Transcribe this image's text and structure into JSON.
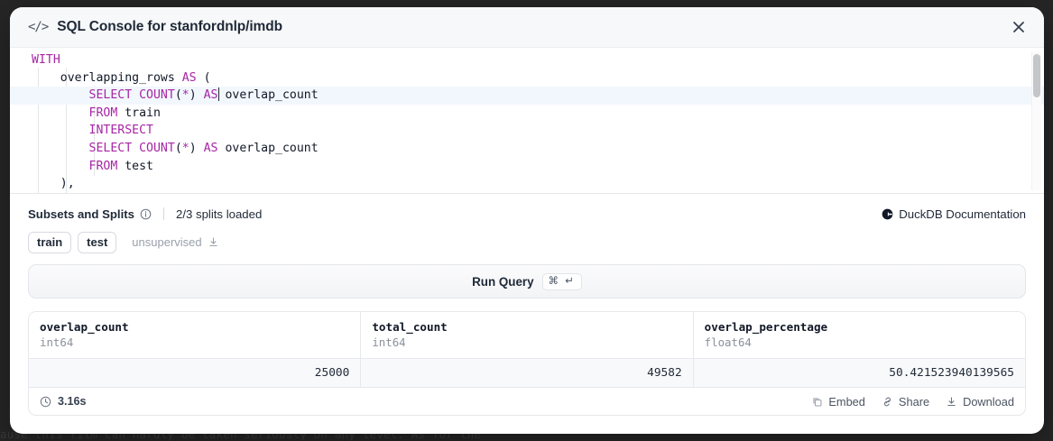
{
  "background": {
    "overlay_color": "#2b2b2b",
    "text_line": "ause this film can hardly be taken seriously on any level. As for the"
  },
  "modal": {
    "header": {
      "icon": "code-icon",
      "title": "SQL Console for stanfordnlp/imdb",
      "close_icon": "close-icon"
    },
    "editor": {
      "language": "sql",
      "lines": [
        [
          {
            "t": "WITH",
            "c": "kw"
          }
        ],
        [
          {
            "t": "    overlapping_rows ",
            "c": "ident"
          },
          {
            "t": "AS",
            "c": "kw"
          },
          {
            "t": " (",
            "c": "punct"
          }
        ],
        [
          {
            "t": "        ",
            "c": "ident"
          },
          {
            "t": "SELECT COUNT",
            "c": "kw"
          },
          {
            "t": "(",
            "c": "punct"
          },
          {
            "t": "*",
            "c": "kw"
          },
          {
            "t": ") ",
            "c": "punct"
          },
          {
            "t": "AS",
            "c": "kw"
          },
          {
            "t": "CARET",
            "c": "caret"
          },
          {
            "t": " overlap_count",
            "c": "ident"
          }
        ],
        [
          {
            "t": "        ",
            "c": "ident"
          },
          {
            "t": "FROM",
            "c": "kw"
          },
          {
            "t": " train",
            "c": "ident"
          }
        ],
        [
          {
            "t": "        ",
            "c": "ident"
          },
          {
            "t": "INTERSECT",
            "c": "kw"
          }
        ],
        [
          {
            "t": "        ",
            "c": "ident"
          },
          {
            "t": "SELECT COUNT",
            "c": "kw"
          },
          {
            "t": "(",
            "c": "punct"
          },
          {
            "t": "*",
            "c": "kw"
          },
          {
            "t": ") ",
            "c": "punct"
          },
          {
            "t": "AS",
            "c": "kw"
          },
          {
            "t": " overlap_count",
            "c": "ident"
          }
        ],
        [
          {
            "t": "        ",
            "c": "ident"
          },
          {
            "t": "FROM",
            "c": "kw"
          },
          {
            "t": " test",
            "c": "ident"
          }
        ],
        [
          {
            "t": "    ),",
            "c": "punct"
          }
        ]
      ],
      "active_line_index": 2,
      "keyword_color": "#a626a4"
    },
    "splits": {
      "title": "Subsets and Splits",
      "info_icon": "info-icon",
      "status": "2/3 splits loaded",
      "docs_link": {
        "label": "DuckDB Documentation",
        "icon": "duckdb-icon"
      },
      "pills": [
        {
          "label": "train",
          "state": "loaded"
        },
        {
          "label": "test",
          "state": "loaded"
        },
        {
          "label": "unsupervised",
          "state": "not-loaded",
          "icon": "download-icon"
        }
      ]
    },
    "run_query": {
      "label": "Run Query",
      "shortcut": "⌘ ↵"
    },
    "results": {
      "columns": [
        {
          "name": "overlap_count",
          "type": "int64"
        },
        {
          "name": "total_count",
          "type": "int64"
        },
        {
          "name": "overlap_percentage",
          "type": "float64"
        }
      ],
      "rows": [
        [
          "25000",
          "49582",
          "50.421523940139565"
        ]
      ]
    },
    "footer": {
      "clock_icon": "clock-icon",
      "duration": "3.16s",
      "actions": [
        {
          "label": "Embed",
          "icon": "embed-icon"
        },
        {
          "label": "Share",
          "icon": "link-icon"
        },
        {
          "label": "Download",
          "icon": "download-icon"
        }
      ]
    }
  }
}
